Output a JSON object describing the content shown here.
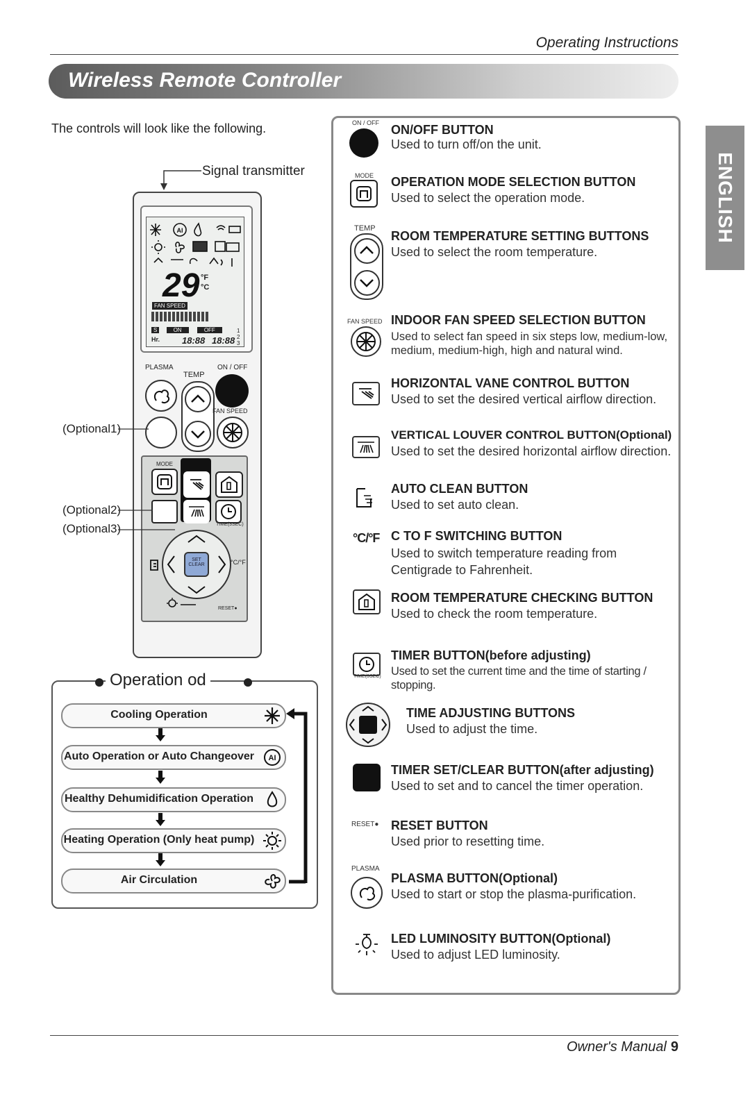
{
  "header": {
    "section": "Operating Instructions",
    "title": "Wireless Remote Controller",
    "language_tab": "ENGLISH"
  },
  "intro": "The controls will look like the following.",
  "remote": {
    "signal_label": "Signal transmitter",
    "optional_labels": [
      "(Optional1)",
      "(Optional2)",
      "(Optional3)"
    ],
    "display_temp": "29",
    "unit_f": "°F",
    "unit_c": "°C",
    "fan_speed_label": "FAN SPEED",
    "timer_row": [
      "S",
      "ON",
      "OFF"
    ],
    "hr_label": "Hr.",
    "digits": "18:88",
    "timer_numbers": [
      "1",
      "2",
      "3"
    ],
    "buttons": {
      "plasma": "PLASMA",
      "temp": "TEMP",
      "onoff": "ON / OFF",
      "fan_speed": "FAN SPEED",
      "mode": "MODE",
      "time3sec": "TIME(3SEC)",
      "set": "SET",
      "clear": "CLEAR",
      "cf": "°C/°F",
      "reset": "RESET●"
    }
  },
  "operation_mode": {
    "title": "Operation od",
    "modes": [
      {
        "label": "Cooling Operation",
        "icon": "snowflake-icon"
      },
      {
        "label": "Auto Operation or Auto Changeover",
        "icon": "ai-icon"
      },
      {
        "label": "Healthy Dehumidification Operation",
        "icon": "droplet-icon"
      },
      {
        "label": "Heating Operation (Only heat pump)",
        "icon": "sun-icon"
      },
      {
        "label": "Air Circulation",
        "icon": "fan-icon"
      }
    ]
  },
  "buttons": [
    {
      "caption": "ON / OFF",
      "icon": "power-button-icon",
      "title": "ON/OFF BUTTON",
      "desc": "Used to turn off/on the unit."
    },
    {
      "caption": "MODE",
      "icon": "mode-button-icon",
      "title": "OPERATION MODE SELECTION BUTTON",
      "desc": "Used to select the operation mode."
    },
    {
      "caption": "TEMP",
      "icon": "temp-buttons-icon",
      "title": "ROOM TEMPERATURE SETTING BUTTONS",
      "desc": "Used to select the room temperature."
    },
    {
      "caption": "FAN SPEED",
      "icon": "fan-speed-icon",
      "title": "INDOOR FAN SPEED SELECTION BUTTON",
      "desc": "Used to select fan speed in six steps low, medium-low, medium, medium-high, high and natural wind."
    },
    {
      "caption": "",
      "icon": "horizontal-vane-icon",
      "title": "HORIZONTAL VANE CONTROL BUTTON",
      "desc": "Used to set the desired vertical airflow direction."
    },
    {
      "caption": "",
      "icon": "vertical-louver-icon",
      "title": "VERTICAL LOUVER CONTROL BUTTON(Optional)",
      "desc": "Used to set the desired horizontal airflow direction."
    },
    {
      "caption": "",
      "icon": "auto-clean-icon",
      "title": "AUTO CLEAN BUTTON",
      "desc": "Used to set auto clean."
    },
    {
      "caption": "°C/°F",
      "icon": "c-to-f-icon",
      "title": "C TO F SWITCHING BUTTON",
      "desc": "Used to switch temperature reading from Centigrade to Fahrenheit."
    },
    {
      "caption": "",
      "icon": "room-temp-check-icon",
      "title": "ROOM TEMPERATURE CHECKING BUTTON",
      "desc": "Used to check the room temperature."
    },
    {
      "caption": "TIME(3SEC)",
      "icon": "timer-clock-icon",
      "title": "TIMER BUTTON(before adjusting)",
      "desc": "Used to set the current time and the time of starting / stopping."
    },
    {
      "caption": "",
      "icon": "time-adjust-icon",
      "title": "TIME ADJUSTING BUTTONS",
      "desc": "Used to adjust the time."
    },
    {
      "caption": "",
      "icon": "timer-set-clear-icon",
      "title": "TIMER SET/CLEAR BUTTON(after adjusting)",
      "desc": "Used to set and to cancel the timer operation."
    },
    {
      "caption": "RESET●",
      "icon": "reset-icon",
      "title": "RESET BUTTON",
      "desc": "Used prior to resetting time."
    },
    {
      "caption": "PLASMA",
      "icon": "plasma-icon",
      "title": "PLASMA BUTTON(Optional)",
      "desc": "Used to start or stop the plasma-purification."
    },
    {
      "caption": "",
      "icon": "led-bulb-icon",
      "title": "LED LUMINOSITY BUTTON(Optional)",
      "desc": "Used to adjust LED luminosity."
    }
  ],
  "footer": {
    "label": "Owner's Manual",
    "page": "9"
  }
}
